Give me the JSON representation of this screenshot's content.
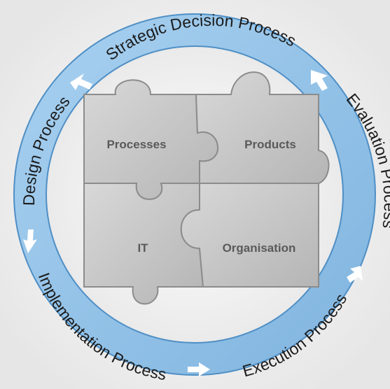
{
  "diagram": {
    "ring_color": "#8fbfe6",
    "ring_border_color": "#4f8fc5",
    "arrow_color": "#ffffff",
    "puzzle_color": "#c4c4c4",
    "processes": [
      "Strategic Decision Process",
      "Evaluation Process",
      "Execution Process",
      "Implementation Process",
      "Design Process"
    ],
    "pieces": {
      "top_left": "Processes",
      "top_right": "Products",
      "bottom_left": "IT",
      "bottom_right": "Organisation"
    }
  }
}
